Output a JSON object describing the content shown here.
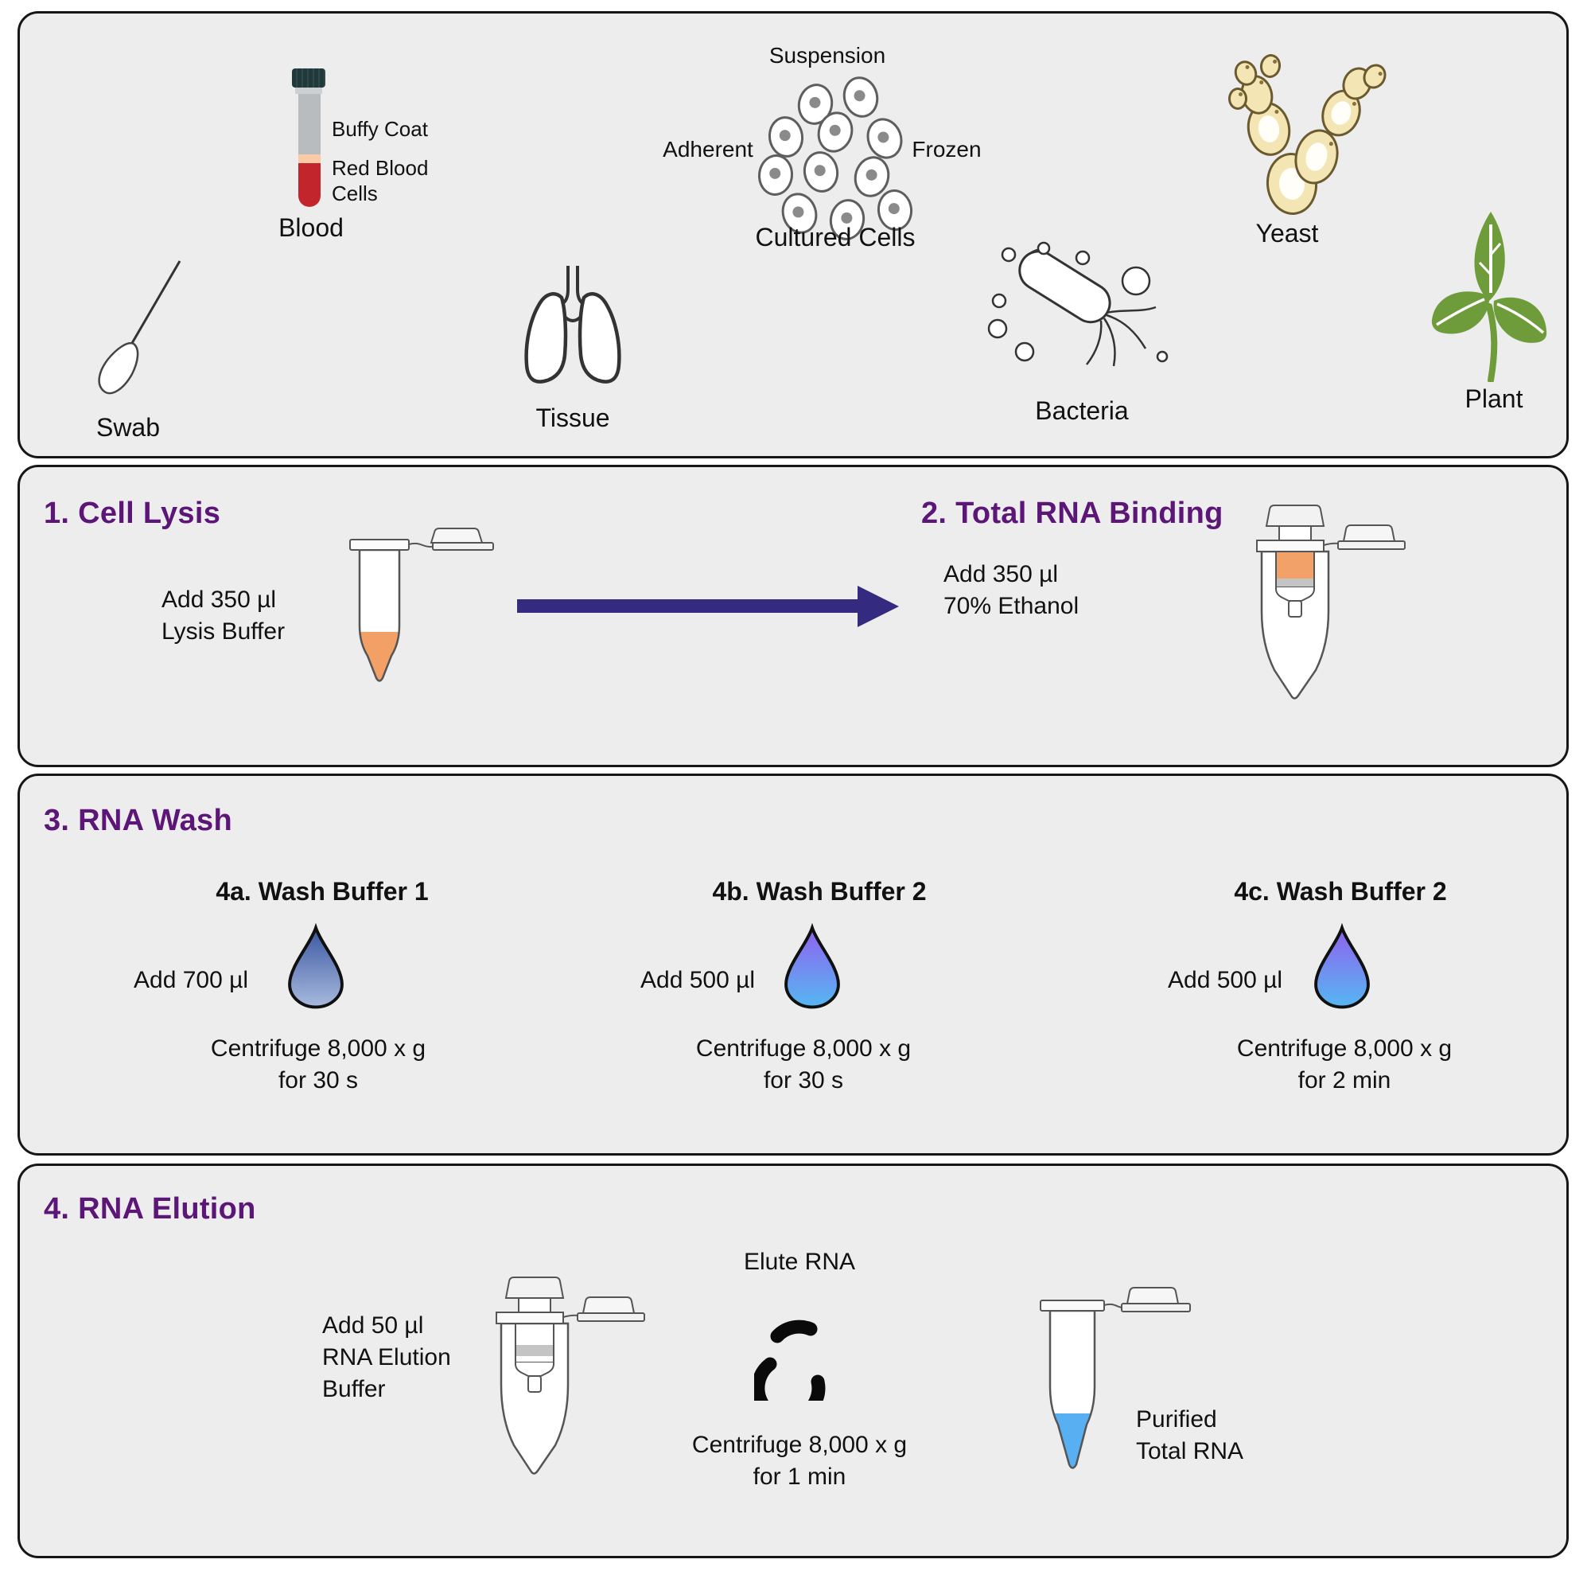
{
  "colors": {
    "panel_bg": "#ededee",
    "heading_purple": "#5b1677",
    "arrow_indigo": "#342a80",
    "lysate_orange": "#f2a269",
    "wash1_gradient_top": "#3a57a0",
    "wash1_gradient_bottom": "#a8bade",
    "wash2_gradient_top": "#9061ee",
    "wash2_gradient_bottom": "#55b7f2",
    "purified_rna_blue": "#58b0f2",
    "blood_red": "#c2252b",
    "plasma_gray": "#b9bcbf",
    "buffy_peach": "#f9caa5",
    "yeast_fill": "#f4e6b4",
    "plant_green": "#6f9c3a"
  },
  "icons": [
    "blood-tube-icon",
    "swab-icon",
    "lungs-icon",
    "cell-cluster-icon",
    "bacterium-icon",
    "yeast-colony-icon",
    "plant-sprout-icon",
    "microcentrifuge-tube-icon",
    "spin-column-icon",
    "droplet-icon",
    "centrifuge-rotor-icon",
    "arrow-right-icon"
  ],
  "samples": {
    "blood": {
      "label": "Blood",
      "buffy": "Buffy Coat",
      "rbc": "Red Blood\nCells"
    },
    "cultured_cells": {
      "label": "Cultured Cells",
      "suspension": "Suspension",
      "adherent": "Adherent",
      "frozen": "Frozen"
    },
    "yeast": {
      "label": "Yeast"
    },
    "swab": {
      "label": "Swab"
    },
    "tissue": {
      "label": "Tissue"
    },
    "bacteria": {
      "label": "Bacteria"
    },
    "plant": {
      "label": "Plant"
    }
  },
  "steps": {
    "lysis": {
      "title": "1. Cell Lysis",
      "add_text": "Add 350 µl\nLysis Buffer"
    },
    "binding": {
      "title": "2. Total RNA Binding",
      "add_text": "Add 350 µl\n70% Ethanol"
    },
    "wash": {
      "title": "3. RNA Wash",
      "items": [
        {
          "title": "4a. Wash Buffer 1",
          "add": "Add 700 µl",
          "centrifuge": "Centrifuge 8,000 x g\nfor 30 s"
        },
        {
          "title": "4b. Wash Buffer 2",
          "add": "Add 500 µl",
          "centrifuge": "Centrifuge 8,000 x g\nfor 30 s"
        },
        {
          "title": "4c. Wash Buffer 2",
          "add": "Add 500 µl",
          "centrifuge": "Centrifuge 8,000 x g\nfor 2 min"
        }
      ]
    },
    "elution": {
      "title": "4. RNA Elution",
      "add_text": "Add 50 µl\nRNA Elution\nBuffer",
      "elute": "Elute RNA",
      "centrifuge": "Centrifuge 8,000 x g\nfor 1 min",
      "result": "Purified\nTotal RNA"
    }
  }
}
